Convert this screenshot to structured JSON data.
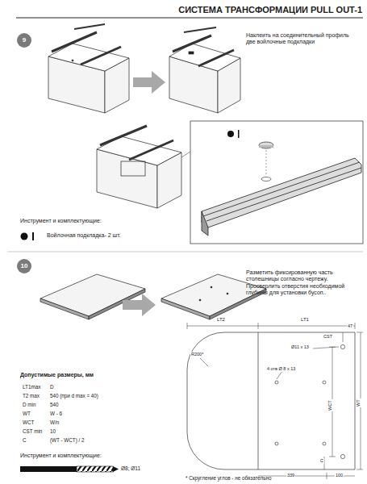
{
  "diagram": {
    "title": "СИСТЕМА ТРАНСФОРМАЦИИ PULL OUT-1",
    "nodes": [
      {
        "text": [
          "9"
        ]
      },
      {
        "text": [
          "10"
        ]
      }
    ],
    "labels": [
      "Наклеить на соединительный профиль две войлочные подкладки",
      "Инструмент и комплектующие:",
      "Войлочная подкладка- 2 шт.",
      "Разметить фиксированную часть столешницы согласно чертежу. Просверлить отверстия необходимой глубины для установки бусоп..",
      "Допустимые размеры, мм",
      "LT1max",
      "D",
      "T2 max",
      "540 (при d max = 40)",
      "D min",
      "540",
      "WT",
      "W - 6",
      "WCT",
      "W/n",
      "CST min",
      "10",
      "C",
      "(WT - WCT) / 2",
      "Инструмент и комплектующие:",
      "Ø8; Ø11",
      "* Скругление углов - не обязательно",
      "LT2",
      "LT1",
      "CST",
      "47",
      "R200*",
      "Ø11 x 13",
      "4 отв Ø 8 x 13",
      "WCT",
      "WT",
      "C",
      "339",
      "100"
    ]
  }
}
